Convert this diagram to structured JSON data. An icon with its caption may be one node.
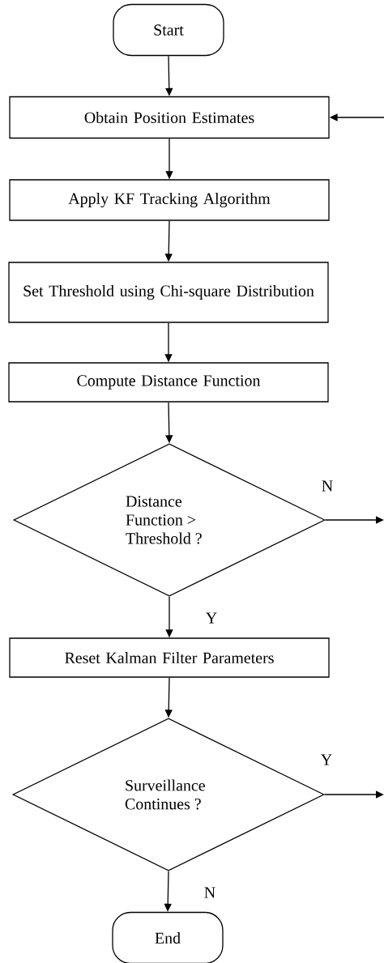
{
  "diagram": {
    "nodes": [
      {
        "text": [
          "Start"
        ]
      },
      {
        "text": [
          "Obtain Position Estimates"
        ]
      },
      {
        "text": [
          "Apply KF Tracking Algorithm"
        ]
      },
      {
        "text": [
          "Set Threshold using Chi-square Distribution"
        ]
      },
      {
        "text": [
          "Compute Distance Function"
        ]
      },
      {
        "text": [
          "Distance Function > Threshold ?"
        ]
      },
      {
        "text": [
          "Reset Kalman Filter Parameters"
        ]
      },
      {
        "text": [
          "Surveillance Continues ?"
        ]
      },
      {
        "text": [
          "End"
        ]
      }
    ],
    "edges": [
      {
        "from": 0,
        "to": 1,
        "arrow": "to"
      },
      {
        "from": null,
        "to": 1,
        "arrow": "to"
      },
      {
        "from": 1,
        "to": 2,
        "arrow": "to"
      },
      {
        "from": 2,
        "to": 3,
        "arrow": "to"
      },
      {
        "from": 3,
        "to": 4,
        "arrow": "to"
      },
      {
        "from": 4,
        "to": 5,
        "arrow": "to"
      },
      {
        "from": 5,
        "to": null,
        "label": "N",
        "arrow": "to"
      },
      {
        "from": 5,
        "to": 6,
        "label": "Y",
        "arrow": "to"
      },
      {
        "from": 6,
        "to": 7,
        "arrow": "to"
      },
      {
        "from": 7,
        "to": null,
        "label": "Y",
        "arrow": "to"
      },
      {
        "from": 7,
        "to": 8,
        "label": "N",
        "arrow": "to"
      }
    ]
  }
}
